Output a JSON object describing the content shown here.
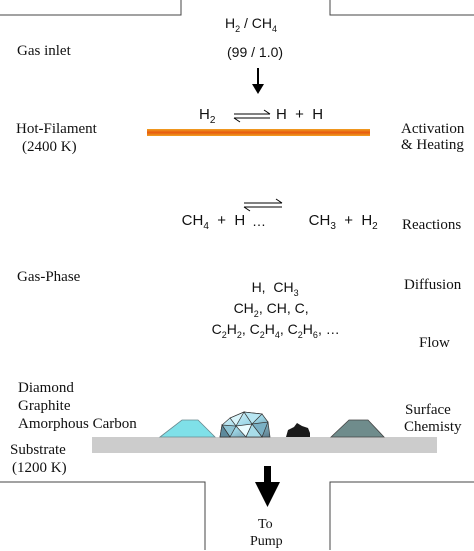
{
  "left_labels": {
    "gas_inlet": "Gas inlet",
    "hot_filament": "Hot-Filament",
    "filament_temp": "(2400 K)",
    "gas_phase": "Gas-Phase",
    "diamond": "Diamond",
    "graphite": "Graphite",
    "amorphous_carbon": "Amorphous Carbon",
    "substrate": "Substrate",
    "substrate_temp": "(1200 K)"
  },
  "right_labels": {
    "activation_line1": "Activation",
    "activation_line2": "& Heating",
    "reactions": "Reactions",
    "diffusion": "Diffusion",
    "flow": "Flow",
    "surface_line1": "Surface",
    "surface_line2": "Chemisty"
  },
  "inlet": {
    "mixture_left": "H",
    "mixture_left_sub": "2",
    "mixture_sep": " / CH",
    "mixture_right_sub": "4",
    "ratio": "(99 / 1.0)"
  },
  "filament_reaction": {
    "lhs": "H",
    "lhs_sub": "2",
    "rhs": "H  +  H"
  },
  "reaction2": {
    "lhs_a": "CH",
    "lhs_a_sub": "4",
    "lhs_b": "  +  H",
    "rhs_a": "CH",
    "rhs_a_sub": "3",
    "rhs_b": "  +  H",
    "rhs_b_sub": "2",
    "more": "…"
  },
  "species": {
    "line1_a": "H,  CH",
    "line1_a_sub": "3",
    "line2_a": "CH",
    "line2_a_sub": "2",
    "line2_b": ", CH, C,",
    "line3_a": "C",
    "line3_a_sub": "2",
    "line3_b": "H",
    "line3_b_sub": "2",
    "line3_c": ", C",
    "line3_c_sub": "2",
    "line3_d": "H",
    "line3_d_sub": "4",
    "line3_e": ", C",
    "line3_e_sub": "2",
    "line3_f": "H",
    "line3_f_sub": "6",
    "line3_g": ", …"
  },
  "outlet": {
    "line1": "To",
    "line2": "Pump"
  },
  "colors": {
    "filament_start": "#f0a020",
    "filament_mid": "#e85a10",
    "filament_end": "#f0a020",
    "substrate": "#cccccc",
    "diamond_crystal": "#7fe0e8",
    "graphite": "#6f8c8c",
    "amorphous": "#1a1a1a"
  }
}
